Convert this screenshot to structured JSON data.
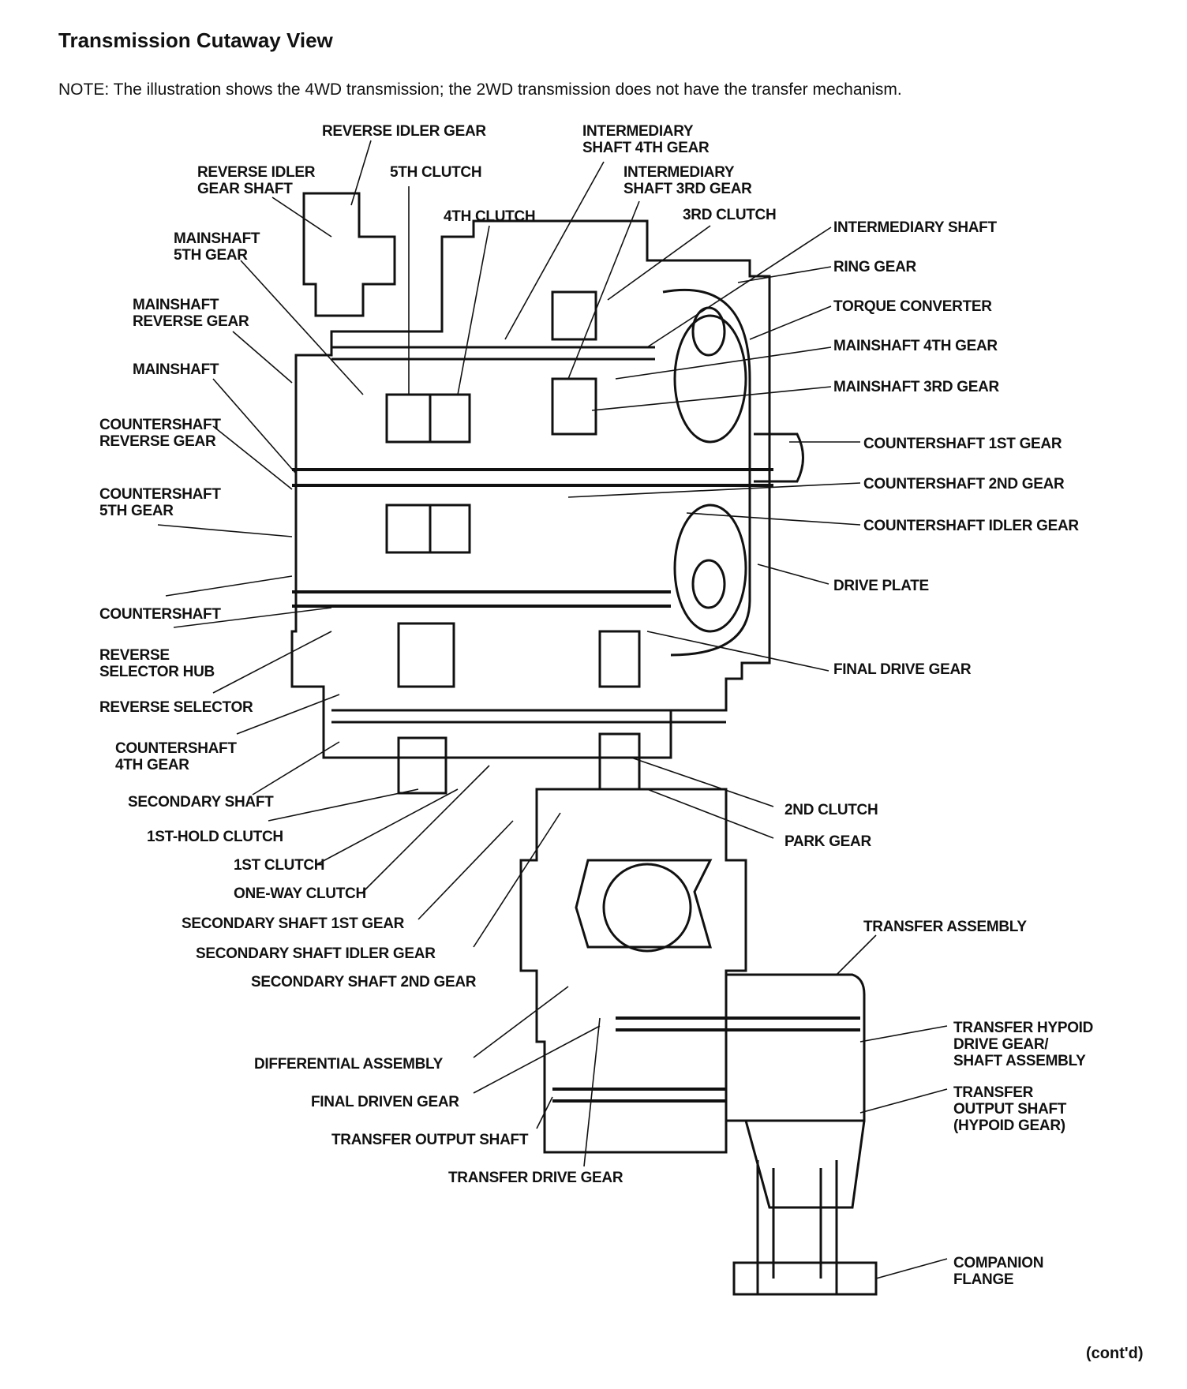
{
  "title": "Transmission Cutaway View",
  "note": "NOTE: The illustration shows the 4WD transmission; the 2WD transmission does not have the transfer mechanism.",
  "labels": {
    "reverse_idler_gear": "REVERSE IDLER GEAR",
    "intermediary_shaft_4th_gear": "INTERMEDIARY\nSHAFT 4TH GEAR",
    "reverse_idler_gear_shaft": "REVERSE IDLER\nGEAR SHAFT",
    "fifth_clutch": "5TH CLUTCH",
    "intermediary_shaft_3rd_gear": "INTERMEDIARY\nSHAFT 3RD GEAR",
    "fourth_clutch": "4TH CLUTCH",
    "third_clutch": "3RD CLUTCH",
    "intermediary_shaft": "INTERMEDIARY SHAFT",
    "mainshaft_5th_gear": "MAINSHAFT\n5TH GEAR",
    "ring_gear": "RING GEAR",
    "mainshaft_reverse_gear": "MAINSHAFT\nREVERSE GEAR",
    "torque_converter": "TORQUE CONVERTER",
    "mainshaft_4th_gear": "MAINSHAFT 4TH GEAR",
    "mainshaft": "MAINSHAFT",
    "mainshaft_3rd_gear": "MAINSHAFT 3RD GEAR",
    "countershaft_reverse_gear": "COUNTERSHAFT\nREVERSE GEAR",
    "countershaft_1st_gear": "COUNTERSHAFT 1ST GEAR",
    "countershaft_5th_gear": "COUNTERSHAFT\n5TH GEAR",
    "countershaft_2nd_gear": "COUNTERSHAFT 2ND GEAR",
    "countershaft_idler_gear": "COUNTERSHAFT IDLER GEAR",
    "drive_plate": "DRIVE PLATE",
    "countershaft": "COUNTERSHAFT",
    "reverse_selector_hub": "REVERSE\nSELECTOR HUB",
    "final_drive_gear": "FINAL DRIVE GEAR",
    "reverse_selector": "REVERSE SELECTOR",
    "countershaft_4th_gear": "COUNTERSHAFT\n4TH GEAR",
    "secondary_shaft": "SECONDARY SHAFT",
    "second_clutch": "2ND CLUTCH",
    "first_hold_clutch": "1ST-HOLD CLUTCH",
    "park_gear": "PARK GEAR",
    "first_clutch": "1ST CLUTCH",
    "one_way_clutch": "ONE-WAY CLUTCH",
    "secondary_shaft_1st_gear": "SECONDARY SHAFT 1ST GEAR",
    "transfer_assembly": "TRANSFER ASSEMBLY",
    "secondary_shaft_idler_gear": "SECONDARY SHAFT IDLER GEAR",
    "secondary_shaft_2nd_gear": "SECONDARY SHAFT 2ND GEAR",
    "transfer_hypoid_drive_gear": "TRANSFER HYPOID\nDRIVE GEAR/\nSHAFT ASSEMBLY",
    "differential_assembly": "DIFFERENTIAL ASSEMBLY",
    "final_driven_gear": "FINAL DRIVEN GEAR",
    "transfer_output_shaft_hypoid": "TRANSFER\nOUTPUT SHAFT\n(HYPOID GEAR)",
    "transfer_output_shaft": "TRANSFER OUTPUT SHAFT",
    "transfer_drive_gear": "TRANSFER DRIVE GEAR",
    "companion_flange": "COMPANION\nFLANGE"
  },
  "footer": "(cont'd)"
}
